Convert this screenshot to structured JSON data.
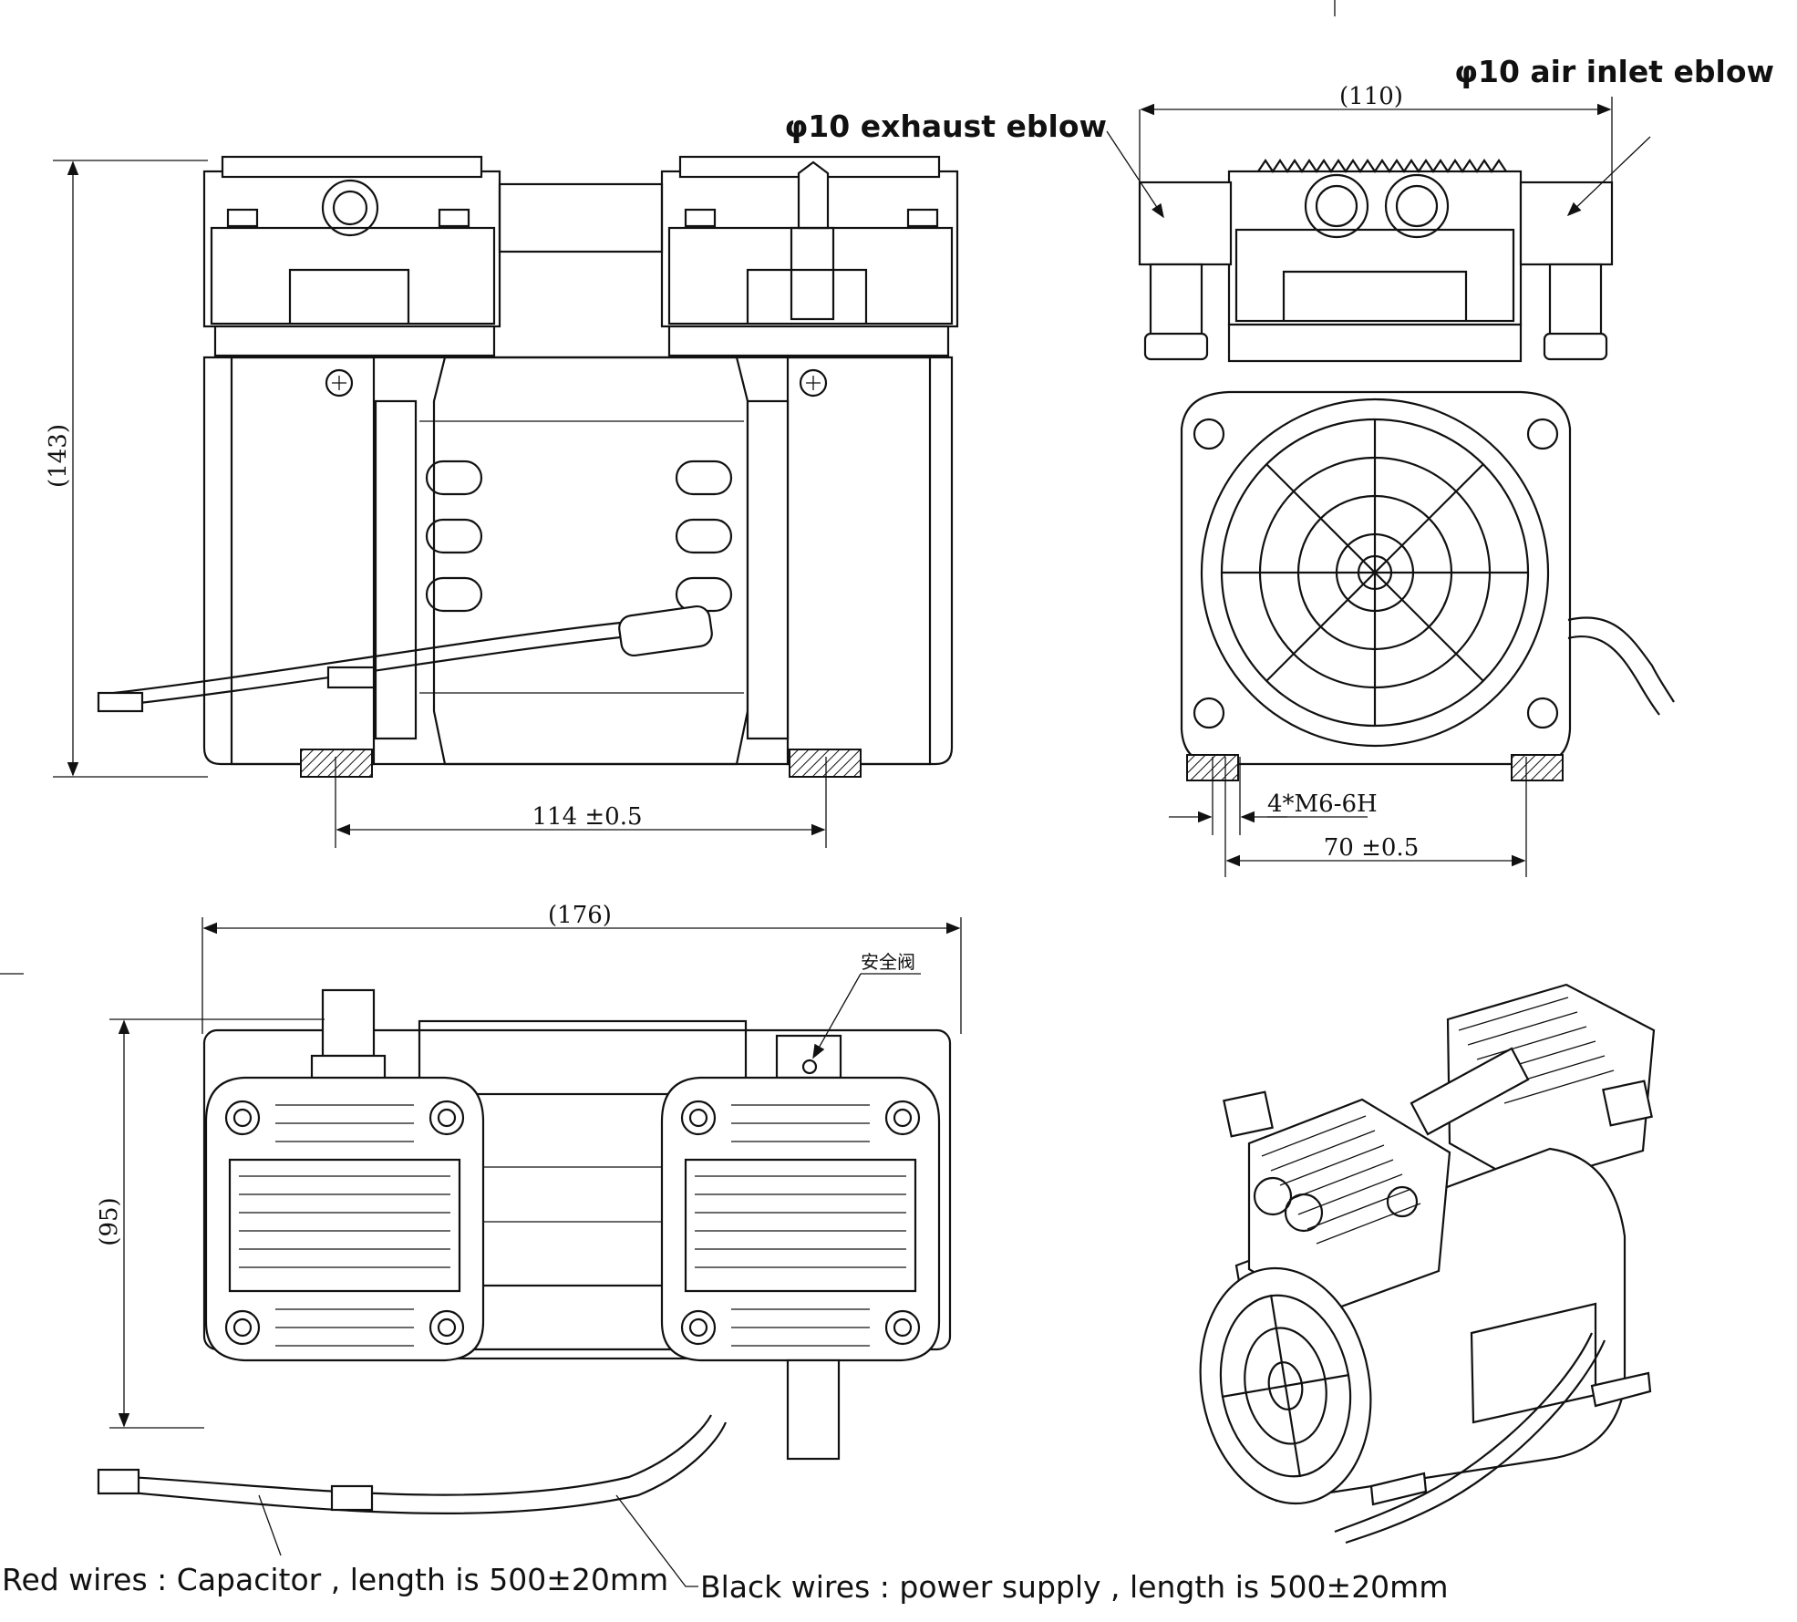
{
  "front_view": {
    "height_dim": "(143)",
    "base_dim": "114 ±0.5"
  },
  "side_view": {
    "width_dim": "(110)",
    "callout_exhaust": "φ10 exhaust eblow",
    "callout_inlet": "φ10 air inlet eblow",
    "thread_note": "4*M6-6H",
    "base_dim": "70 ±0.5"
  },
  "top_view": {
    "length_dim": "(176)",
    "width_dim": "(95)",
    "safety_valve_label": "安全阀"
  },
  "captions": {
    "red_wires": "Red wires : Capacitor , length is 500±20mm",
    "black_wires": "Black wires : power supply , length is 500±20mm"
  }
}
